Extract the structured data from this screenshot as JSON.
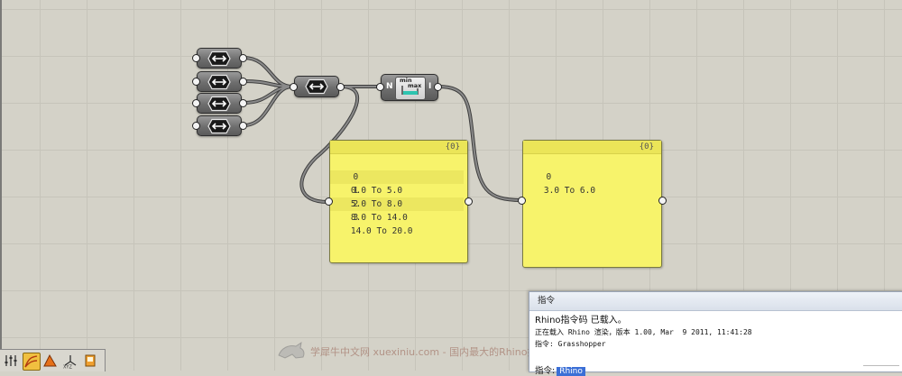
{
  "nodes": {
    "sources": [
      {
        "icon": "hex-double-arrow-icon"
      },
      {
        "icon": "hex-double-arrow-icon"
      },
      {
        "icon": "hex-double-arrow-icon"
      },
      {
        "icon": "hex-double-arrow-icon"
      }
    ],
    "merge": {
      "icon": "hex-double-arrow-icon"
    },
    "bounds": {
      "input_label": "N",
      "output_label": "I",
      "min_label": "min",
      "max_label": "max"
    }
  },
  "panels": {
    "left": {
      "header": "{0}",
      "rows": [
        {
          "index": "0",
          "value": "0.0 To 5.0"
        },
        {
          "index": "1",
          "value": "5.0 To 8.0"
        },
        {
          "index": "2",
          "value": "8.0 To 14.0"
        },
        {
          "index": "3",
          "value": "14.0 To 20.0"
        }
      ]
    },
    "right": {
      "header": "{0}",
      "rows": [
        {
          "index": "0",
          "value": "3.0 To 6.0"
        }
      ]
    }
  },
  "command_window": {
    "title": "指令",
    "line1": "Rhino指令码 已载入。",
    "line2": "正在载入 Rhino 渲染，版本 1.00, Mar  9 2011, 11:41:28",
    "line3": "指令: Grasshopper",
    "prompt": "指令:",
    "input_value": "Rhino"
  },
  "watermark": {
    "text": "学犀牛中文网 xuexiniu.com - 国内最大的Rhino技术交流平台"
  },
  "colors": {
    "canvas": "#d4d2c8",
    "panel": "#f7f36b",
    "node": "#6e6e6e",
    "wire": "#555555"
  }
}
